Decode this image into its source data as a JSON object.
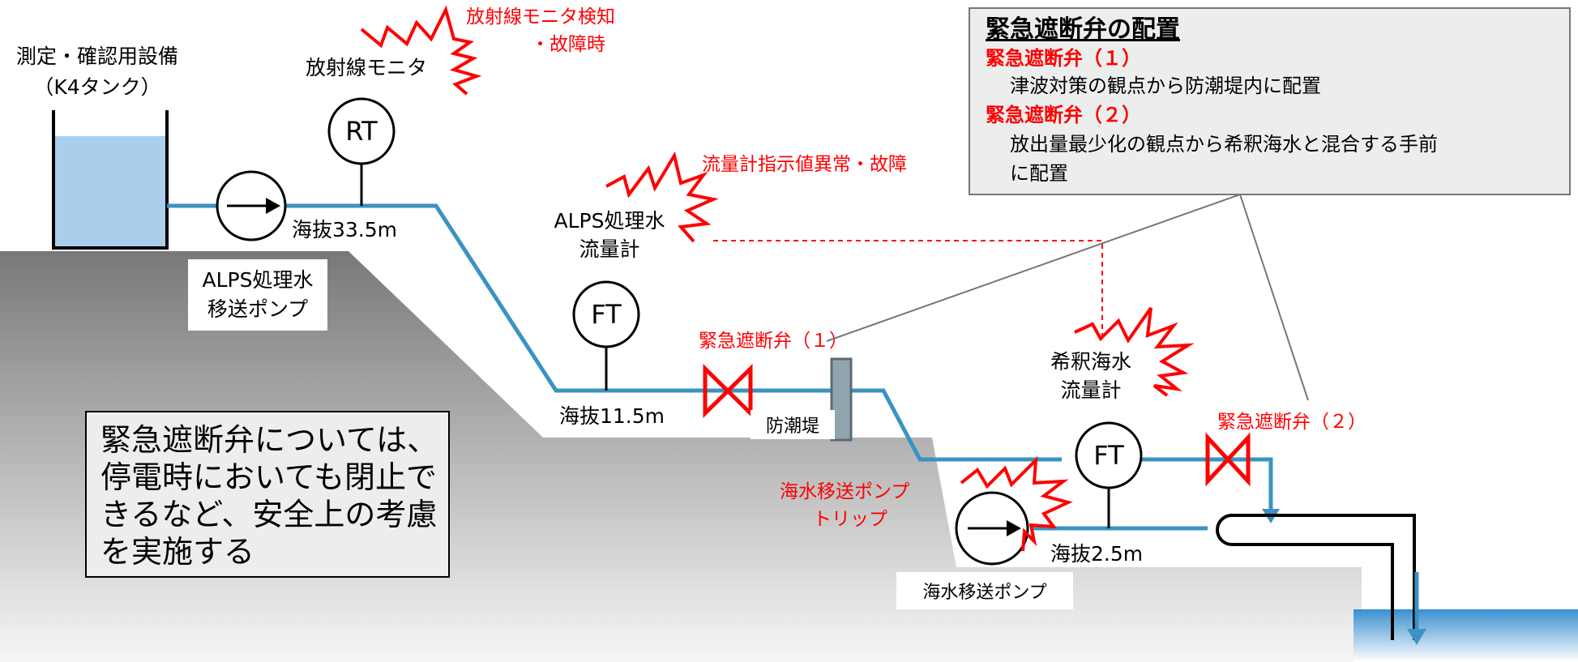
{
  "colors": {
    "pipe": "#3a93c2",
    "alarm": "#ff0000",
    "water": "#a9cfec",
    "ground_top": "#787878",
    "ground_bottom": "#f6f6f6",
    "legend_bg": "#eceeee",
    "wall": "#8fa4ad"
  },
  "tank": {
    "label_line1": "測定・確認用設備",
    "label_line2": "（K4タンク）"
  },
  "rt": {
    "tag": "RT",
    "label": "放射線モニタ",
    "alarm_line1": "放射線モニタ検知",
    "alarm_line2": "・故障時"
  },
  "alps_pump": {
    "label_line1": "ALPS処理水",
    "label_line2": "移送ポンプ",
    "elevation": "海抜33.5m"
  },
  "alps_flowmeter": {
    "tag": "FT",
    "label_line1": "ALPS処理水",
    "label_line2": "流量計",
    "alarm": "流量計指示値異常・故障",
    "elevation": "海抜11.5m"
  },
  "valve1": {
    "label": "緊急遮断弁（１）"
  },
  "seawall": {
    "label": "防潮堤"
  },
  "dilution_flowmeter": {
    "tag": "FT",
    "label_line1": "希釈海水",
    "label_line2": "流量計"
  },
  "valve2": {
    "label": "緊急遮断弁（２）"
  },
  "seawater_pump": {
    "label": "海水移送ポンプ",
    "alarm_line1": "海水移送ポンプ",
    "alarm_line2": "トリップ",
    "elevation": "海抜2.5m"
  },
  "note": {
    "line1": "緊急遮断弁については、",
    "line2": "停電時においても閉止で",
    "line3": "きるなど、安全上の考慮",
    "line4": "を実施する"
  },
  "legend": {
    "title": "緊急遮断弁の配置",
    "item1_heading": "緊急遮断弁（１）",
    "item1_text": "津波対策の観点から防潮堤内に配置",
    "item2_heading": "緊急遮断弁（２）",
    "item2_text_line1": "放出量最少化の観点から希釈海水と混合する手前",
    "item2_text_line2": "に配置"
  }
}
